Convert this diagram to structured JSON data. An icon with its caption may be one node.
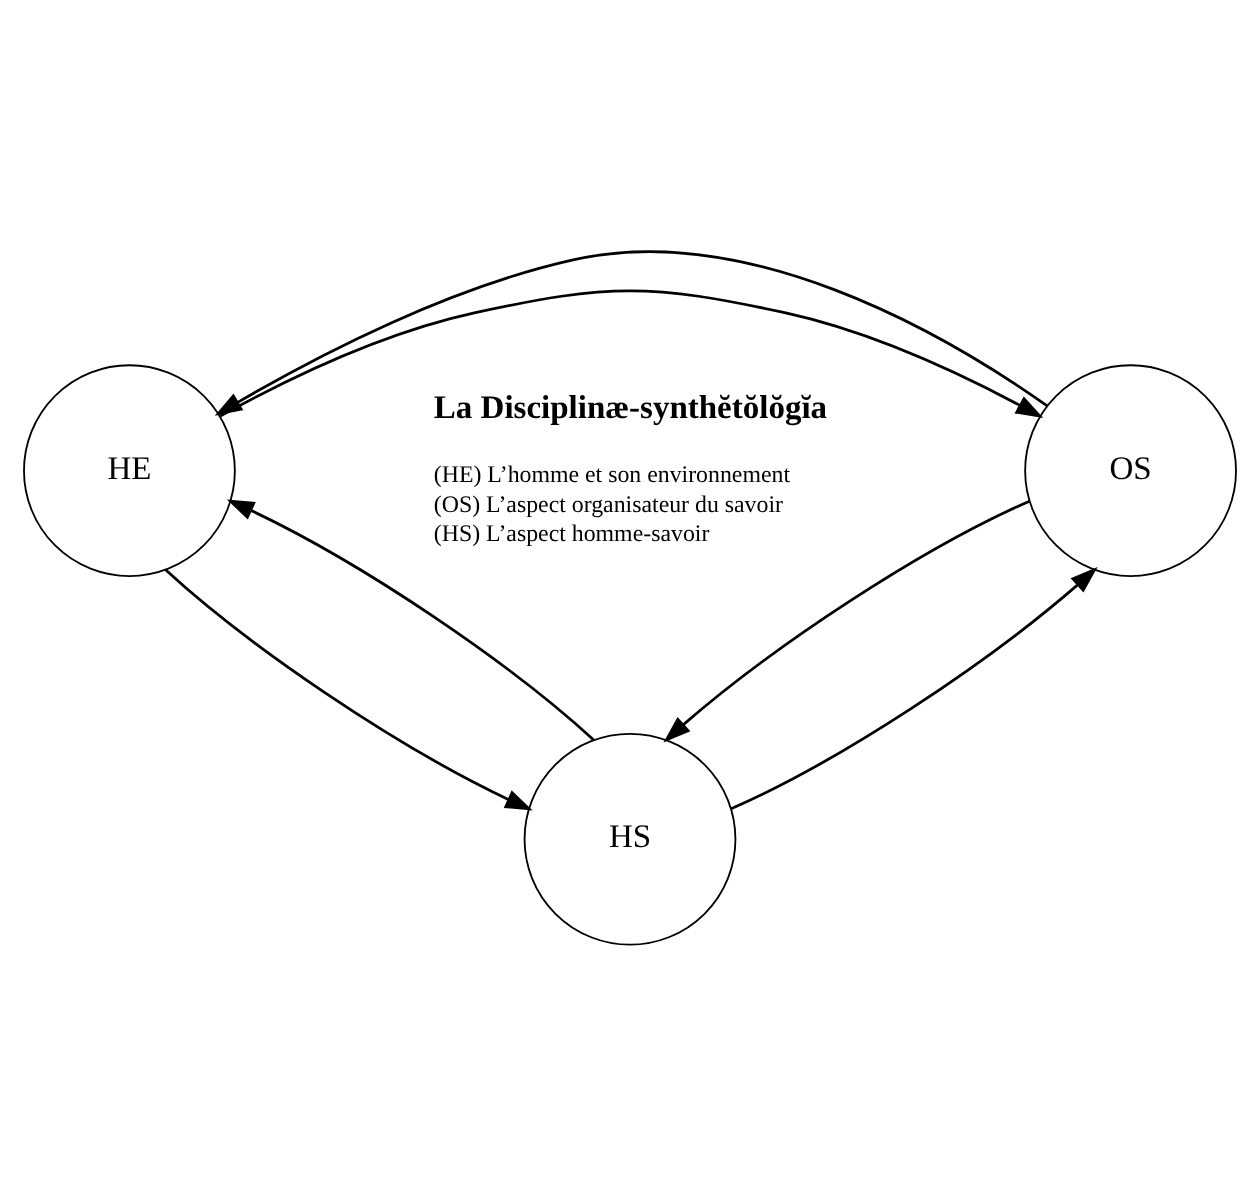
{
  "diagram": {
    "title": "La Disciplinæ-synthĕtŏlŏgĭa",
    "nodes": [
      {
        "text": [
          "HE"
        ]
      },
      {
        "text": [
          "OS"
        ]
      },
      {
        "text": [
          "HS"
        ]
      }
    ],
    "edges": [
      {
        "from": 0,
        "to": 1,
        "arrow": "to"
      },
      {
        "from": 1,
        "to": 0,
        "arrow": "to"
      },
      {
        "from": 0,
        "to": 2,
        "arrow": "to"
      },
      {
        "from": 2,
        "to": 0,
        "arrow": "to"
      },
      {
        "from": 2,
        "to": 1,
        "arrow": "to"
      },
      {
        "from": 1,
        "to": 2,
        "arrow": "to"
      }
    ],
    "labels": [
      "(HE) L’homme et son environnement",
      "(OS) L’aspect organisateur du savoir",
      "(HS) L’aspect homme-savoir"
    ]
  }
}
